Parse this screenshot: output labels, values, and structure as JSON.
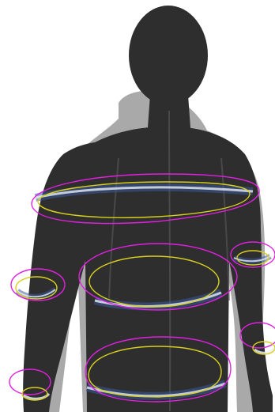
{
  "colors": {
    "background": "#ffffff",
    "figure_dark": "#2e2e2e",
    "figure_shadow": "#9a9a9a",
    "contour_magenta": "#e020e0",
    "contour_yellow": "#d8d020",
    "scan_blue": "#3a5a9a",
    "scan_white": "#e8eef5"
  },
  "rings": [
    {
      "id": "chest",
      "label": ""
    },
    {
      "id": "waist",
      "label": ""
    },
    {
      "id": "hip",
      "label": ""
    },
    {
      "id": "left-upper-arm",
      "label": ""
    },
    {
      "id": "right-upper-arm",
      "label": ""
    },
    {
      "id": "left-wrist",
      "label": ""
    },
    {
      "id": "right-wrist",
      "label": ""
    }
  ]
}
